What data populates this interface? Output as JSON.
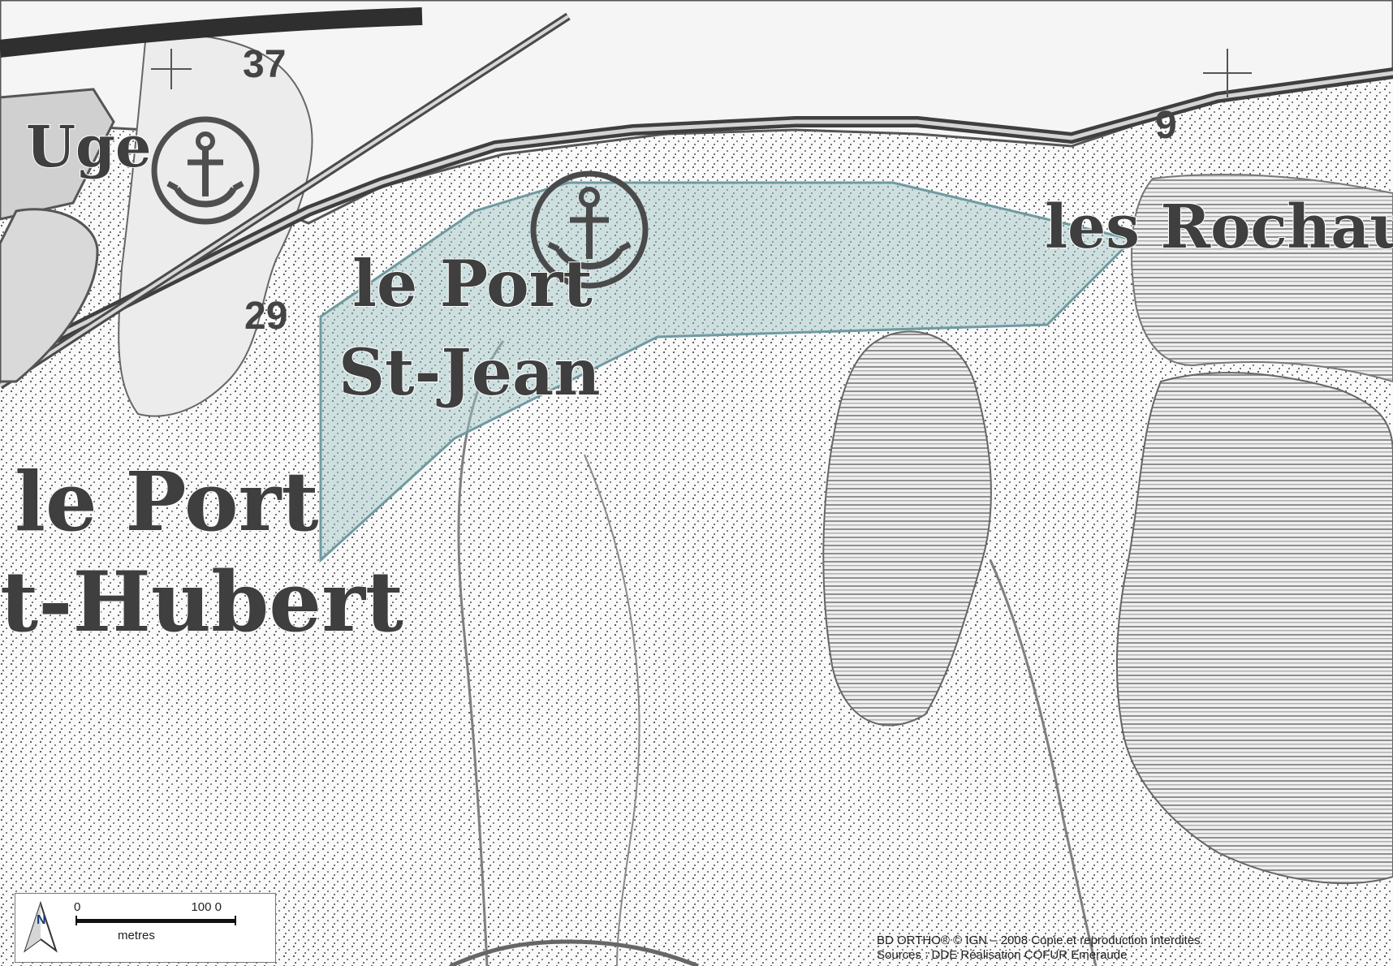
{
  "map": {
    "labels": {
      "port_st_jean_line1": "le Port",
      "port_st_jean_line2": "St-Jean",
      "port_st_hubert_line1": "le Port",
      "port_st_hubert_line2": "t-Hubert",
      "les_rochaux": "les Rochaux",
      "partial_top_left": "Uge"
    },
    "numbers": {
      "n37": "37",
      "n29": "29",
      "n9": "9"
    },
    "scale": {
      "start": "0",
      "end": "100 0",
      "unit": "metres"
    },
    "north": "N",
    "credits": {
      "line1": "BD ORTHO® © IGN – 2008  Copie et reproduction interdites",
      "line2": "Sources : DDE         Réalisation  COFUR Emeraude"
    },
    "colors": {
      "highlight": "#9fc3c4",
      "highlight_stroke": "#6f9aa0",
      "land": "#f8f8f8",
      "water": "#d8d8d8",
      "roads": "#4a4a4a"
    },
    "icons": {
      "anchor_left": "anchor-icon",
      "anchor_center": "anchor-icon",
      "north": "north-arrow-icon"
    }
  }
}
